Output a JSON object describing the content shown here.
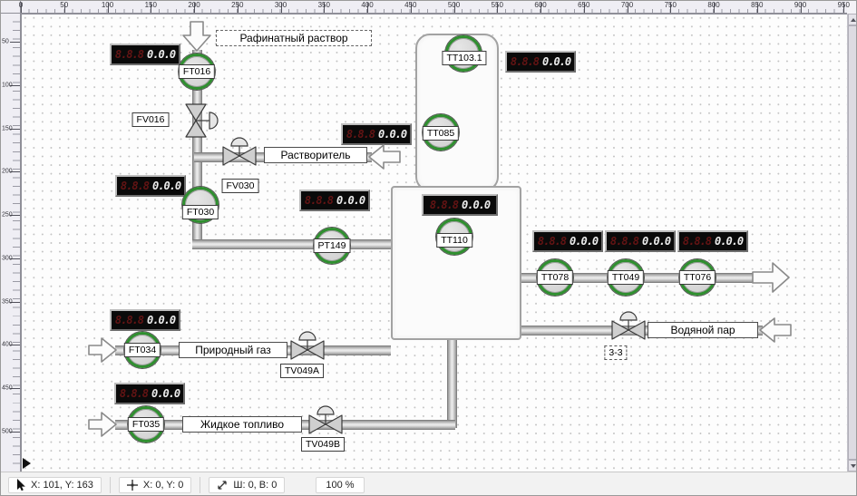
{
  "ruler": {
    "top": [
      "0",
      "50",
      "100",
      "150",
      "200",
      "250",
      "300",
      "350",
      "400",
      "450",
      "500",
      "550",
      "600",
      "650",
      "700",
      "750",
      "800",
      "850",
      "900",
      "950"
    ],
    "left": [
      "50",
      "100",
      "150",
      "200",
      "250",
      "300",
      "350",
      "400",
      "450",
      "500"
    ]
  },
  "display": {
    "ghost": "8.8.8",
    "value": "0.0.0"
  },
  "tags": {
    "ft016": "FT016",
    "fv016": "FV016",
    "fv030": "FV030",
    "ft030": "FT030",
    "pt149": "PT149",
    "tt103_1": "TT103.1",
    "tt085": "TT085",
    "tt110": "TT110",
    "tt078": "TT078",
    "tt049": "TT049",
    "tt076": "TT076",
    "ft034": "FT034",
    "tv049a": "TV049A",
    "ft035": "FT035",
    "tv049b": "TV049B",
    "valve33": "3-3"
  },
  "flows": {
    "raffinate": "Рафинатный раствор",
    "solvent": "Растворитель",
    "natural_gas": "Природный газ",
    "liquid_fuel": "Жидкое топливо",
    "steam": "Водяной пар"
  },
  "statusbar": {
    "cursor": "X: 101, Y: 163",
    "object_pos": "X: 0, Y: 0",
    "object_size": "Ш: 0, В: 0",
    "zoom": "100 %"
  }
}
